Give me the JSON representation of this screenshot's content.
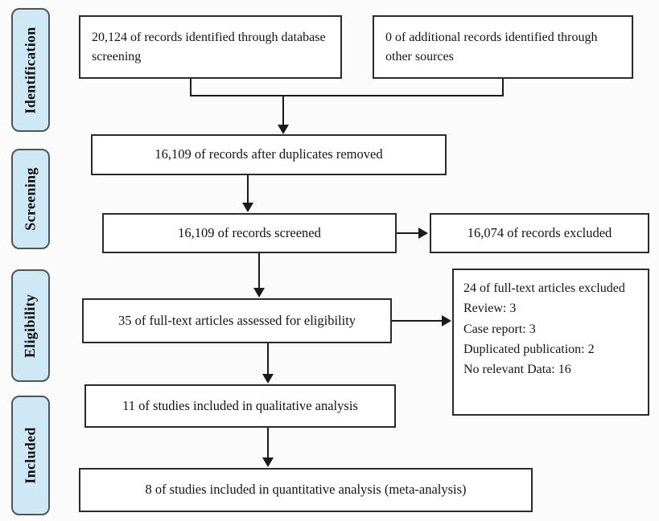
{
  "diagram_type": "prisma-flowchart",
  "stages": [
    {
      "label": "Identification"
    },
    {
      "label": "Screening"
    },
    {
      "label": "Eligibility"
    },
    {
      "label": "Included"
    }
  ],
  "boxes": {
    "identified": {
      "text": "20,124 of records identified through database screening"
    },
    "additional": {
      "text": "0 of additional records identified through other sources"
    },
    "after_duplicates": {
      "text": "16,109 of records after duplicates removed"
    },
    "screened": {
      "text": "16,109 of records screened"
    },
    "records_excluded": {
      "text": "16,074 of records excluded"
    },
    "fulltext_assessed": {
      "text": "35 of full-text articles assessed for eligibility"
    },
    "fulltext_excluded": {
      "lines": [
        "24 of full-text articles excluded",
        "Review: 3",
        "Case report: 3",
        "Duplicated publication: 2",
        "No relevant Data: 16"
      ]
    },
    "qualitative": {
      "text": "11 of studies included in qualitative analysis"
    },
    "quantitative": {
      "text": "8 of studies included in quantitative analysis (meta-analysis)"
    }
  },
  "colors": {
    "stage_fill": "#cfe8f6",
    "stage_border": "#4f5557",
    "box_fill": "#ffffff",
    "box_border": "#2b2b2b",
    "arrow": "#1a1a1a",
    "background": "#fbfbfb",
    "text": "#111111"
  }
}
